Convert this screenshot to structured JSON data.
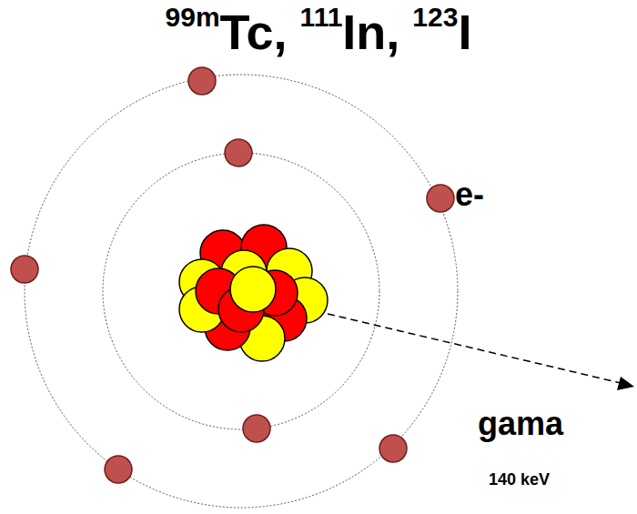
{
  "diagram": {
    "labels": [
      "99m",
      "Tc,",
      "111",
      "In,",
      "123",
      "I",
      "e-",
      "gama",
      "140 keV"
    ]
  }
}
